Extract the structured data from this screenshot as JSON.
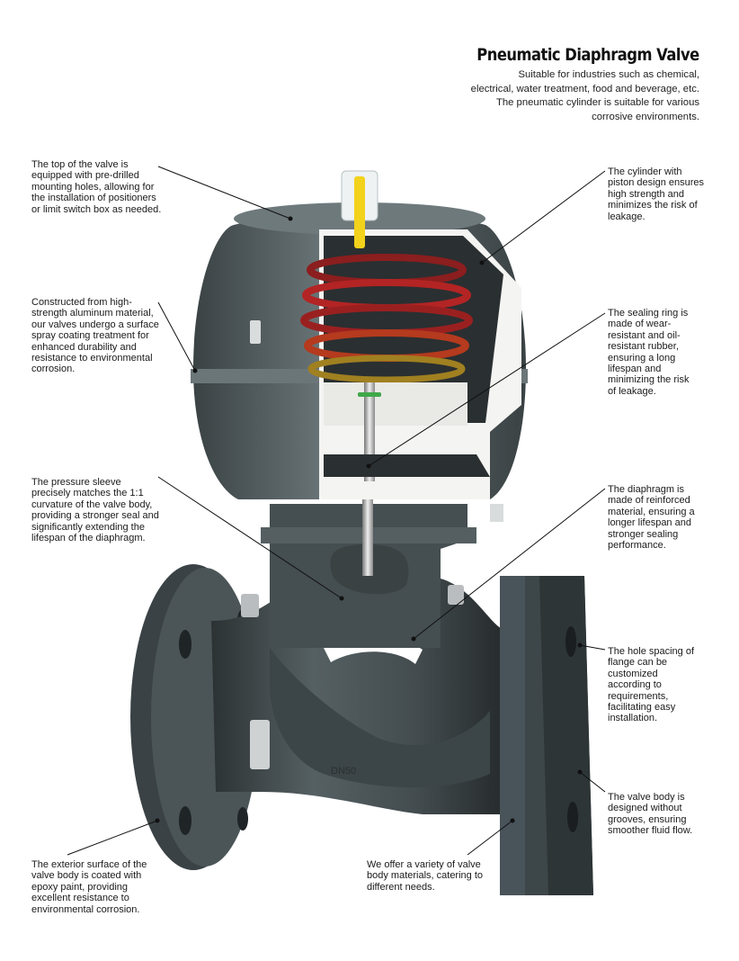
{
  "header": {
    "title": "Pneumatic Diaphragm Valve",
    "lines": [
      "Suitable for industries such as chemical,",
      "electrical, water treatment, food and beverage, etc.",
      "The pneumatic cylinder is suitable for various",
      "corrosive environments."
    ]
  },
  "callouts": {
    "top_mounting": "The top of the valve is equipped with pre-drilled mounting holes, allowing for the installation of positioners or limit switch box as needed.",
    "aluminum": "Constructed from high-strength aluminum material, our valves undergo a surface spray coating treatment for enhanced durability and resistance to environmental corrosion.",
    "pressure_sleeve": "The pressure sleeve precisely matches the 1:1 curvature of the valve body, providing a stronger seal and significantly extending the lifespan of the diaphragm.",
    "epoxy": "The exterior surface of the valve body is coated with epoxy paint, providing excellent resistance to environmental corrosion.",
    "cylinder": "The cylinder with piston design ensures high strength and minimizes the risk of leakage.",
    "sealing_ring": "The sealing ring is made of wear-resistant and oil-resistant rubber, ensuring a long lifespan and minimizing the risk of leakage.",
    "diaphragm": "The diaphragm is made of reinforced material, ensuring a longer lifespan and stronger sealing performance.",
    "hole_spacing": "The hole spacing of flange can be customized according to requirements, facilitating easy installation.",
    "no_grooves": "The valve body is designed without grooves, ensuring smoother fluid flow.",
    "materials": "We offer a variety of valve body materials, catering to different needs."
  },
  "body_marking": "DN50"
}
